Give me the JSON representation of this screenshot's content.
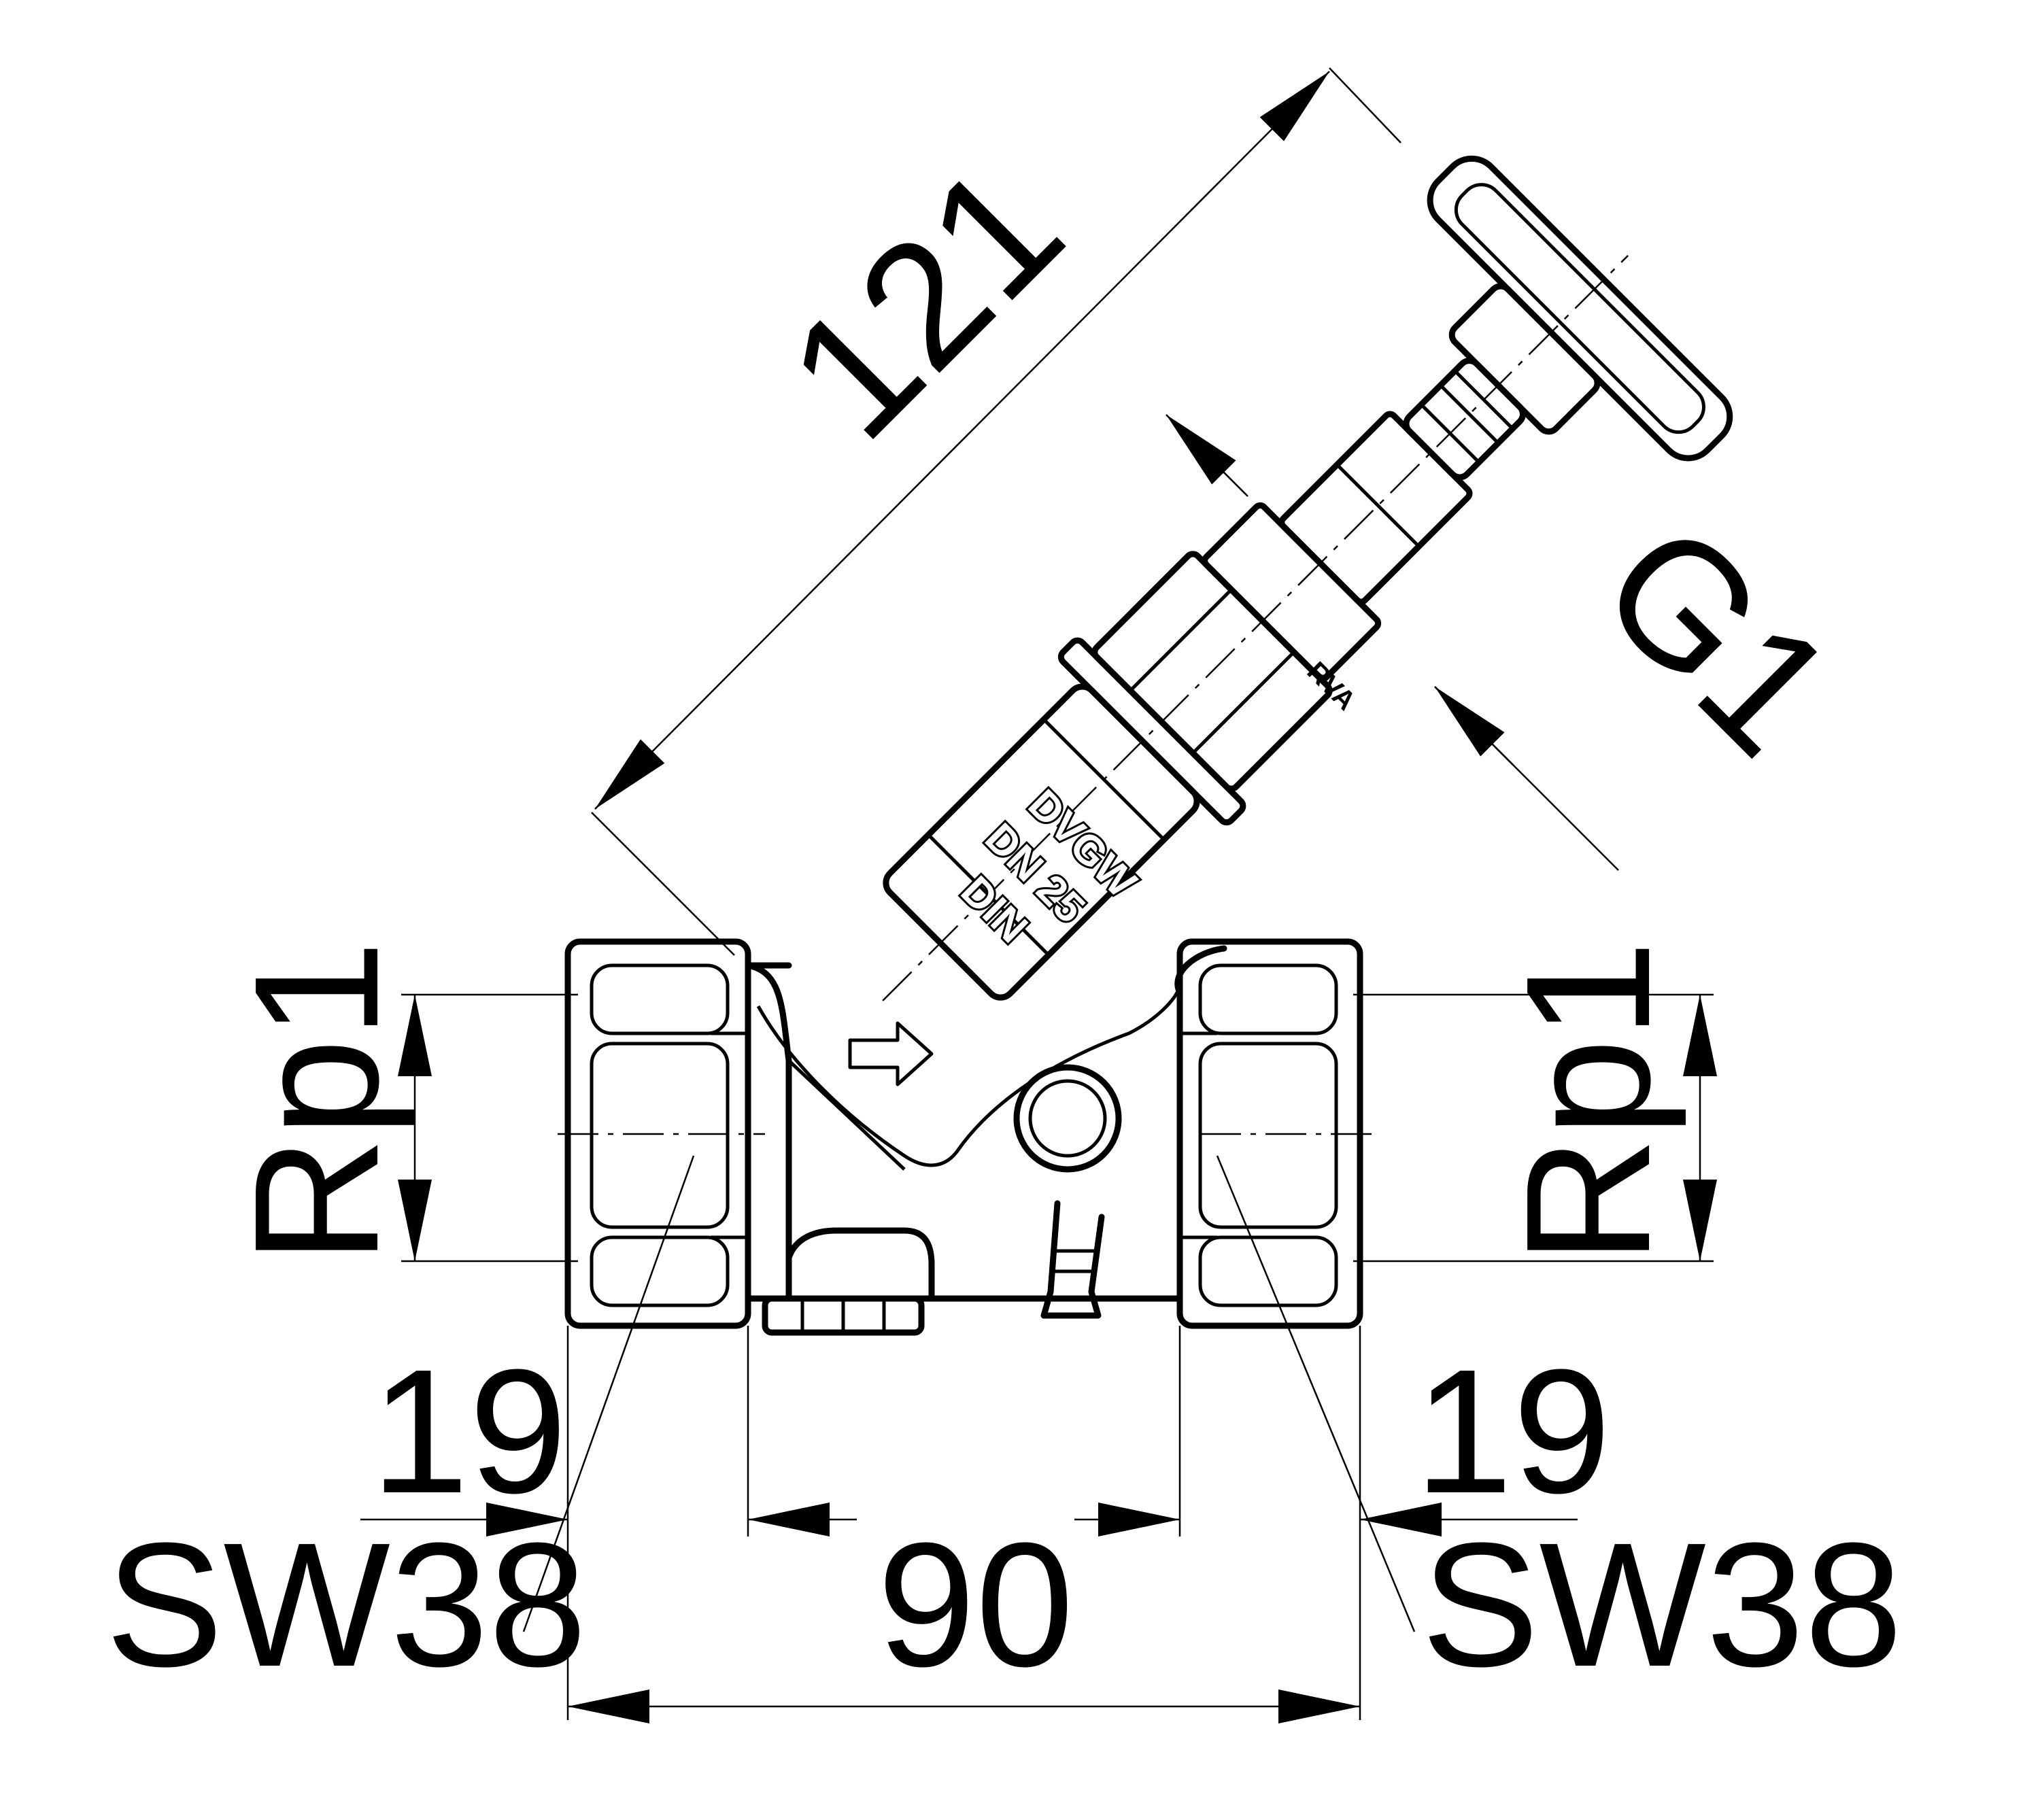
{
  "dimensions": {
    "length_diagonal": "121",
    "stem_thread": "G1",
    "port_thread_left": "Rp1",
    "port_thread_right": "Rp1",
    "thread_length_left": "19",
    "thread_length_right": "19",
    "overall_length": "90",
    "wrench_size_left": "SW38",
    "wrench_size_right": "SW38"
  },
  "body_marking": {
    "line1": "DVGW",
    "line2": "DN 25",
    "line3": "DIN"
  },
  "bonnet_marking": "RVA"
}
